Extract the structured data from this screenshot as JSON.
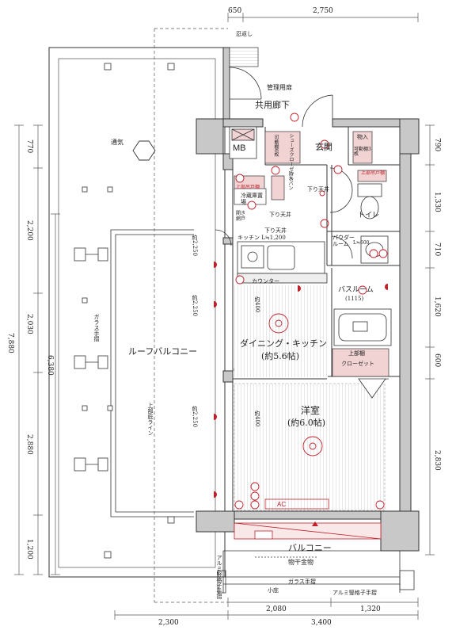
{
  "dims": {
    "top_650": "650",
    "top_2750": "2,750",
    "bottom_2300": "2,300",
    "bottom_2080": "2,080",
    "bottom_1320": "1,320",
    "bottom_3400": "3,400",
    "left_770": "770",
    "left_2200": "2,200",
    "left_2030": "2,030",
    "left_2880": "2,880",
    "left_7880": "7,880",
    "left_6380": "6,380",
    "left_1200": "1,200",
    "right_790": "790",
    "right_1330": "1,330",
    "right_710": "710",
    "right_1620": "1,620",
    "right_600": "600",
    "right_2830": "2,830"
  },
  "labels": {
    "shinobi": "忍返し",
    "kanri_door": "管理用扉",
    "corridor": "共用廊下",
    "tsuki": "通気",
    "mb": "MB",
    "shoes_closet": "シューズクローゼット",
    "kadou_shelf_left": "可動棚6枚",
    "genkan": "玄関",
    "storage": "物入",
    "kadou_shelf_right": "可動棚3枚",
    "upper_hanging_left": "上部吊戸棚",
    "bousui_pan": "防水パン",
    "sagari_1": "下り天井",
    "upper_hanging_right": "上部吊戸棚",
    "toilet": "トイレ",
    "fridge": "冷蔵庫置場",
    "sagari_2": "下り天井",
    "air_window": "開き網戸",
    "sagari_3": "下り天井",
    "kitchen": "キッチン L≒1,200",
    "powder": "パウダールーム",
    "powder_l": "L≒600",
    "counter": "カウンター",
    "bathroom": "バスルーム",
    "bath_size": "(1115)",
    "dining": "ダイニング・キッチン",
    "dining_size": "(約5.6帖)",
    "roof_balcony": "ルーフバルコニー",
    "glass_rail_left": "ガラス手摺",
    "upper_eave": "上部庇ライン",
    "upper_shelf": "上部棚",
    "closet": "クローゼット",
    "western": "洋室",
    "western_size": "(約6.0帖)",
    "h2250_a": "約2,250",
    "h2250_b": "約2,250",
    "h2250_c": "約2,250",
    "h400_a": "約400",
    "h400_b": "約400",
    "ac": "AC",
    "balcony": "バルコニー",
    "drying": "物干金物",
    "glass_rail_bottom": "ガラス手摺",
    "small_eave": "小庇",
    "alu_rail_left": "アルミ竪格子手摺",
    "alu_rail_right": "アルミ竪格子手摺"
  },
  "colors": {
    "wall": "#c8c8c8",
    "wall_stroke": "#333333",
    "pink": "#f2d3d3",
    "red": "#c0202a",
    "floor_line": "#d0d0d0"
  }
}
